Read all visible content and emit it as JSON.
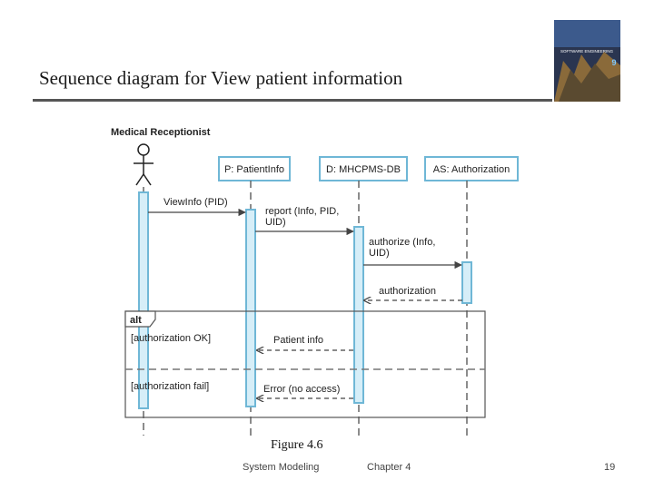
{
  "slide": {
    "title": "Sequence diagram for View patient information",
    "caption": "Figure 4.6",
    "footer_left": "System Modeling",
    "footer_center": "Chapter 4",
    "page_number": "19"
  },
  "book_cover": {
    "title_text": "SOFTWARE ENGINEERING",
    "edition": "9"
  },
  "diagram": {
    "actor": "Medical Receptionist",
    "lifelines": [
      "P: PatientInfo",
      "D: MHCPMS-DB",
      "AS: Authorization"
    ],
    "messages": {
      "view_info": "ViewInfo (PID)",
      "report_line1": "report (Info, PID,",
      "report_line2": "UID)",
      "authorize_line1": "authorize (Info,",
      "authorize_line2": "UID)",
      "authorization": "authorization",
      "patient_info": "Patient info",
      "error": "Error (no access)"
    },
    "fragment": {
      "operator": "alt",
      "guard1": "[authorization OK]",
      "guard2": "[authorization fail]"
    }
  },
  "colors": {
    "lifeline_box_border": "#6fb7d6",
    "activation_fill": "#d6eef8",
    "line": "#555555"
  }
}
